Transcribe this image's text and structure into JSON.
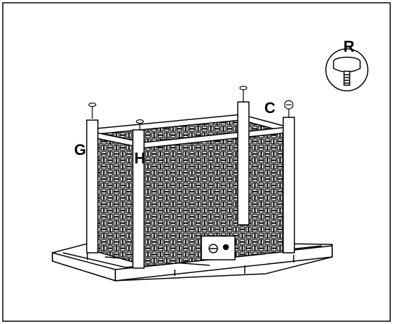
{
  "labels": {
    "r": "R",
    "c": "C",
    "g": "G",
    "h": "H"
  },
  "colors": {
    "stroke": "#000000",
    "background": "#ffffff"
  },
  "icons": [
    "bolt-icon",
    "foot-pad-icon",
    "cam-lock-icon"
  ]
}
